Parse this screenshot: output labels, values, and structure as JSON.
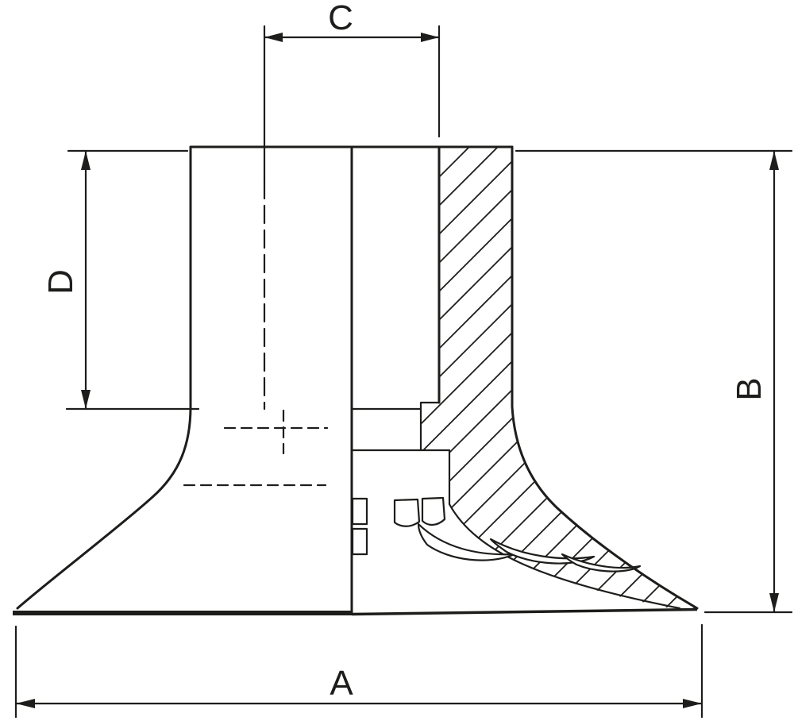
{
  "drawing": {
    "background": "#ffffff",
    "line_color": "#1d1d1b",
    "dimensions": {
      "a": {
        "label": "A"
      },
      "b": {
        "label": "B"
      },
      "c": {
        "label": "C"
      },
      "d": {
        "label": "D"
      }
    }
  }
}
